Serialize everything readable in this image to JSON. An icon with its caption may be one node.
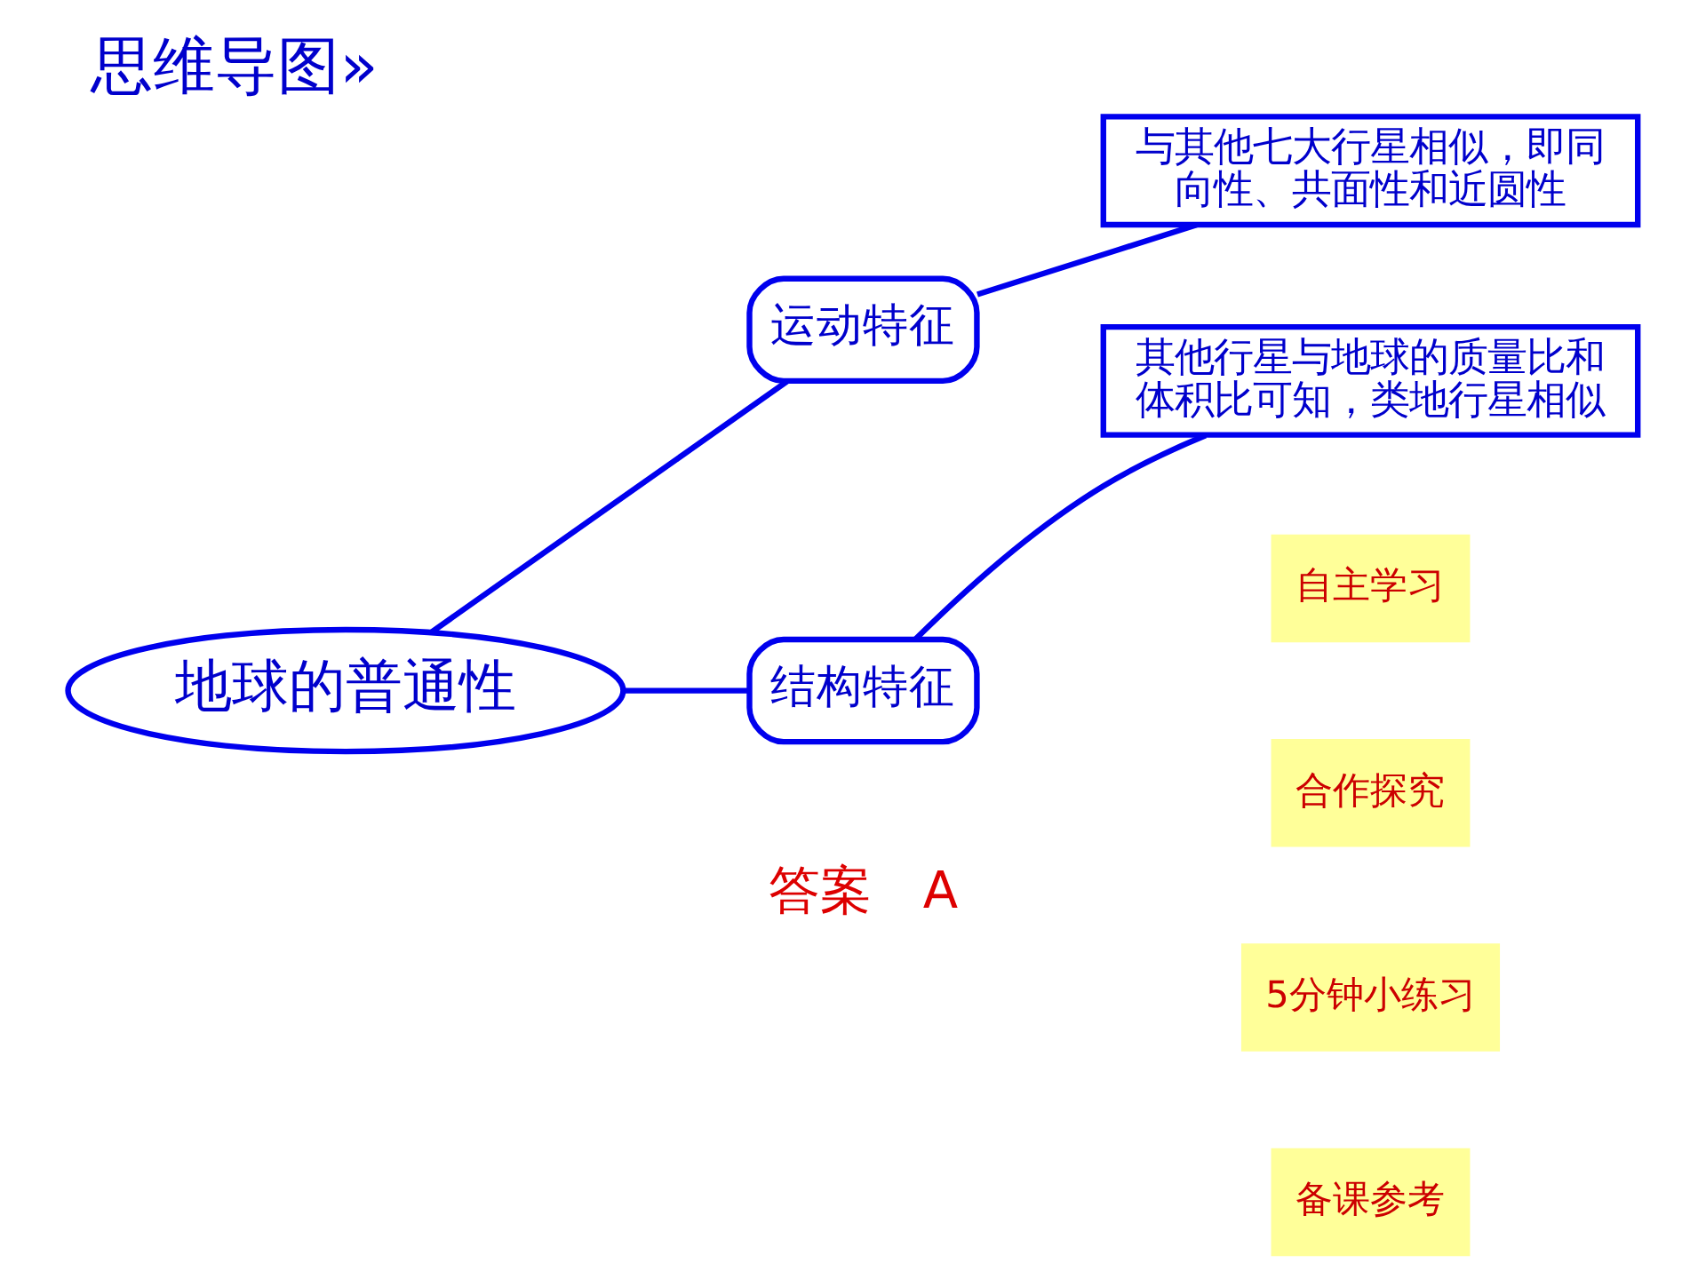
{
  "diagram": {
    "title": "思维导图»",
    "nodes": [
      {
        "text": [
          "地球的普通性"
        ]
      },
      {
        "text": [
          "运动特征"
        ]
      },
      {
        "text": [
          "与其他七大行星相似，即同向性、共面性和近圆性"
        ]
      },
      {
        "text": [
          "结构特征"
        ]
      },
      {
        "text": [
          "其他行星与地球的质量比和体积比可知，类地行星相似"
        ]
      }
    ],
    "edges": [
      {
        "from": 0,
        "to": 1,
        "arrow": "none"
      },
      {
        "from": 1,
        "to": 2,
        "arrow": "none"
      },
      {
        "from": 0,
        "to": 3,
        "arrow": "none"
      },
      {
        "from": 3,
        "to": 4,
        "arrow": "none"
      }
    ],
    "labels": [
      "答案　A",
      "自主学习",
      "合作探究",
      "5分钟小练习",
      "备课参考"
    ]
  }
}
